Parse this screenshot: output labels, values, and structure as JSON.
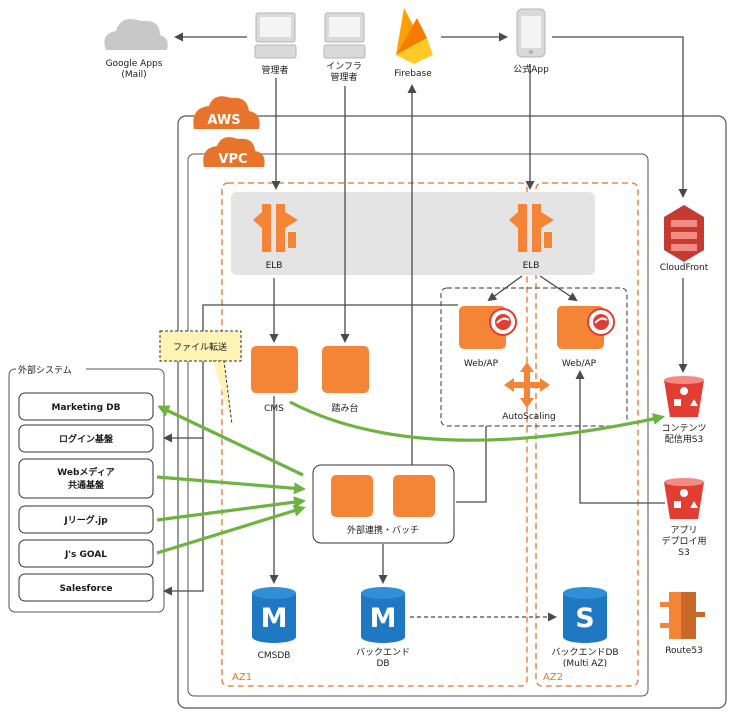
{
  "clients": {
    "google_apps": {
      "line1": "Google Apps",
      "line2": "(Mail)"
    },
    "admin": "管理者",
    "infra": {
      "line1": "インフラ",
      "line2": "管理者"
    },
    "firebase": "Firebase",
    "app": "公式App"
  },
  "aws_tag": "AWS",
  "vpc_tag": "VPC",
  "elb_left": "ELB",
  "elb_right": "ELB",
  "cms": "CMS",
  "bastion": "踏み台",
  "web_ap_1": "Web/AP",
  "web_ap_2": "Web/AP",
  "autoscaling": "AutoScaling",
  "batch": "外部連携・バッチ",
  "cmsdb": "CMSDB",
  "backend_db": {
    "line1": "バックエンド",
    "line2": "DB"
  },
  "backend_db_multi": {
    "line1": "バックエンドDB",
    "line2": "(Multi AZ)"
  },
  "db_letters": {
    "m1": "M",
    "m2": "M",
    "s": "S"
  },
  "az1": "AZ1",
  "az2": "AZ2",
  "cloudfront": "CloudFront",
  "s3_content": {
    "line1": "コンテンツ",
    "line2": "配信用S3"
  },
  "s3_deploy": {
    "line1": "アプリ",
    "line2": "デプロイ用",
    "line3": "S3"
  },
  "route53": "Route53",
  "callout": "ファイル転送",
  "external": {
    "title": "外部システム",
    "items": [
      {
        "line1": "Marketing DB",
        "line2": ""
      },
      {
        "line1": "ログイン基盤",
        "line2": ""
      },
      {
        "line1": "Webメディア",
        "line2": "共通基盤"
      },
      {
        "line1": "Jリーグ.jp",
        "line2": ""
      },
      {
        "line1": "J's GOAL",
        "line2": ""
      },
      {
        "line1": "Salesforce",
        "line2": ""
      }
    ]
  },
  "colors": {
    "orange": "#f58536",
    "aws_orange": "#e8732a",
    "red": "#e23d33",
    "blue": "#1f78c1",
    "green": "#6cb33f",
    "gray_panel": "#e4e4e4",
    "line": "#4a4a4a"
  }
}
